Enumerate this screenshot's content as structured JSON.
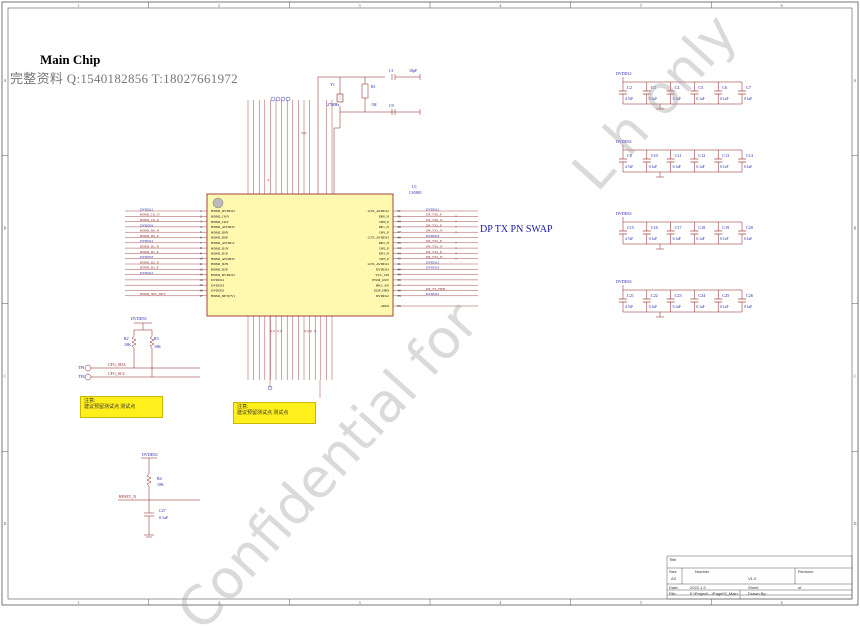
{
  "sheet": {
    "title": "Main Chip",
    "contact": "完整资料 Q:1540182856 T:18027661972",
    "border_top": [
      "1",
      "2",
      "3",
      "4",
      "5",
      "6"
    ],
    "border_side": [
      "A",
      "B",
      "C",
      "D"
    ],
    "watermark_line1": "Confidential for",
    "watermark_line2": "L h  only"
  },
  "chip": {
    "ref": "U1",
    "part": "CS5801",
    "left_pins": [
      {
        "num": "1",
        "name": "HDMI_DVDD12"
      },
      {
        "num": "2",
        "name": "HDMI_CKN"
      },
      {
        "num": "3",
        "name": "HDMI_CKP"
      },
      {
        "num": "4",
        "name": "HDMI_AVDD33"
      },
      {
        "num": "5",
        "name": "HDMI_D0N"
      },
      {
        "num": "6",
        "name": "HDMI_D0P"
      },
      {
        "num": "7",
        "name": "HDMI_AVDD12"
      },
      {
        "num": "8",
        "name": "HDMI_D1N"
      },
      {
        "num": "9",
        "name": "HDMI_D1P"
      },
      {
        "num": "10",
        "name": "HDMI_AVDD33"
      },
      {
        "num": "11",
        "name": "HDMI_D2N"
      },
      {
        "num": "12",
        "name": "HDMI_D2P"
      },
      {
        "num": "13",
        "name": "HDMI_DVDD12"
      },
      {
        "num": "14",
        "name": "DVDD12"
      },
      {
        "num": "15",
        "name": "DVDD33"
      },
      {
        "num": "16",
        "name": "DVDD33"
      },
      {
        "num": "17",
        "name": "HDMI_DET(5V)"
      }
    ],
    "right_pins": [
      {
        "num": "51",
        "name": "GTX_AVDD12"
      },
      {
        "num": "50",
        "name": "DP0_N"
      },
      {
        "num": "49",
        "name": "DP0_P"
      },
      {
        "num": "48",
        "name": "DP1_N"
      },
      {
        "num": "47",
        "name": "DP1_P"
      },
      {
        "num": "46",
        "name": "GTX_AVDD33"
      },
      {
        "num": "45",
        "name": "DP2_N"
      },
      {
        "num": "44",
        "name": "DP2_P"
      },
      {
        "num": "43",
        "name": "DP3_N"
      },
      {
        "num": "42",
        "name": "DP3_P"
      },
      {
        "num": "41",
        "name": "GTX_AVDD12"
      },
      {
        "num": "40",
        "name": "DVDD33"
      },
      {
        "num": "39",
        "name": "VCC_ON"
      },
      {
        "num": "38",
        "name": "PWM_OUT"
      },
      {
        "num": "37",
        "name": "BKL_EN"
      },
      {
        "num": "36",
        "name": "EDP_HPD"
      },
      {
        "num": "35",
        "name": "DVDD12"
      },
      {
        "num": "65",
        "name": "ePAD"
      }
    ]
  },
  "left_nets": [
    "DVDD12",
    "HDMI_CK_N",
    "HDMI_CK_P",
    "DVDD33",
    "HDMI_D0_N",
    "HDMI_D0_P",
    "DVDD12",
    "HDMI_D1_N",
    "HDMI_D1_P",
    "DVDD33",
    "HDMI_D2_N",
    "HDMI_D2_P",
    "DVDD12",
    "",
    "",
    "",
    "HDMI_5BV_DET"
  ],
  "right_nets": [
    "DVDD12",
    "DP_TX0_P",
    "DP_TX0_N",
    "DP_TX1_P",
    "DP_TX1_N",
    "DVDD33",
    "DP_TX2_P",
    "DP_TX2_N",
    "DP_TX3_P",
    "DP_TX3_N",
    "DVDD12",
    "DVDD33",
    "",
    "",
    "",
    "DP_TX_HPD",
    "DVDD12"
  ],
  "swap_label": "DP TX PN SWAP",
  "crystal": {
    "ref": "Y1",
    "value": "27MHz",
    "r_ref": "R1",
    "r_value": "1M",
    "c1": "C1",
    "c1_value": "18pF",
    "c2": "C9",
    "c2_value": ""
  },
  "i2c": {
    "power": "DVDD33",
    "r2": "R2",
    "r2_val": "10K",
    "r3": "R3",
    "r3_val": "10K",
    "tp1": "TP1",
    "tp2": "TP2",
    "sda": "CFG_SDA",
    "scl": "CFG_SCL"
  },
  "notes": [
    {
      "line1": "注意:",
      "line2": "建议预留测试点 测试点"
    },
    {
      "line1": "注意:",
      "line2": "建议预留测试点 测试点"
    }
  ],
  "reset": {
    "power": "DVDD33",
    "r": "R4",
    "r_val": "10K",
    "net": "RESET_N",
    "c": "C27",
    "c_val": "0.1uF"
  },
  "decap_banks": [
    {
      "power": "DVDD12",
      "caps": [
        {
          "ref": "C2",
          "val": "4.7uF"
        },
        {
          "ref": "C3",
          "val": "0.1uF"
        },
        {
          "ref": "C4",
          "val": "0.1uF"
        },
        {
          "ref": "C5",
          "val": "0.1uF"
        },
        {
          "ref": "C6",
          "val": "0.1uF"
        },
        {
          "ref": "C7",
          "val": "0.1uF"
        }
      ]
    },
    {
      "power": "DVDD33",
      "caps": [
        {
          "ref": "C8",
          "val": "4.7uF"
        },
        {
          "ref": "C10",
          "val": "0.1uF"
        },
        {
          "ref": "C11",
          "val": "0.1uF"
        },
        {
          "ref": "C12",
          "val": "0.1uF"
        },
        {
          "ref": "C13",
          "val": "0.1uF"
        },
        {
          "ref": "C14",
          "val": "0.1uF"
        }
      ]
    },
    {
      "power": "DVDD33",
      "caps": [
        {
          "ref": "C15",
          "val": "4.7uF"
        },
        {
          "ref": "C16",
          "val": "0.1uF"
        },
        {
          "ref": "C17",
          "val": "0.1uF"
        },
        {
          "ref": "C18",
          "val": "0.1uF"
        },
        {
          "ref": "C19",
          "val": "0.1uF"
        },
        {
          "ref": "C20",
          "val": "0.1uF"
        }
      ]
    },
    {
      "power": "DVDD33",
      "caps": [
        {
          "ref": "C21",
          "val": "4.7uF"
        },
        {
          "ref": "C22",
          "val": "0.1uF"
        },
        {
          "ref": "C23",
          "val": "0.1uF"
        },
        {
          "ref": "C24",
          "val": "0.1uF"
        },
        {
          "ref": "C25",
          "val": "0.1uF"
        },
        {
          "ref": "C26",
          "val": "0.1uF"
        }
      ]
    }
  ],
  "title_block": {
    "title_label": "Title",
    "size_label": "Size",
    "size": "A3",
    "number_label": "Number",
    "revision_label": "Revision",
    "version": "V1.0",
    "date_label": "Date:",
    "date": "2022.1.9",
    "sheet_label": "Sheet",
    "of_label": "of",
    "file_label": "File:",
    "file": "E:\\Project\\...\\Page02_MainChip.SchDoc",
    "drawn_label": "Drawn By:"
  }
}
